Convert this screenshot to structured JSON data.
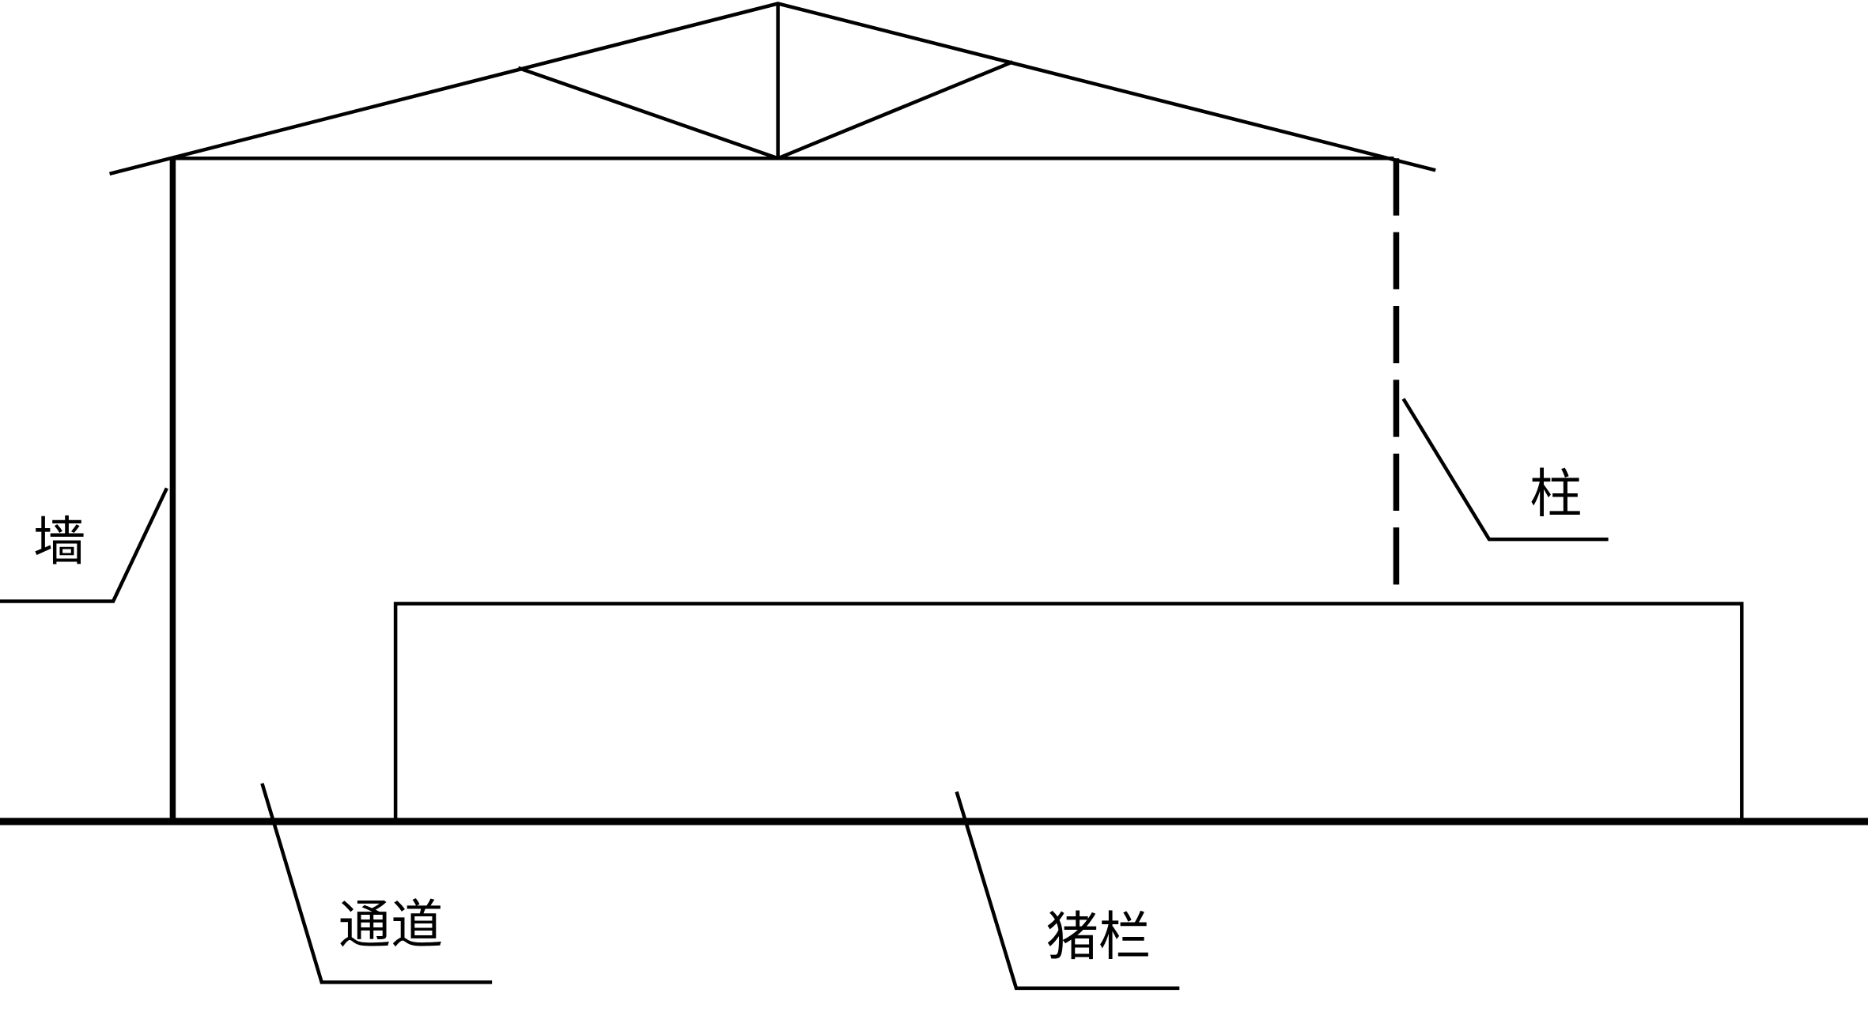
{
  "labels": {
    "wall": "墙",
    "column": "柱",
    "aisle": "通道",
    "pen": "猪栏"
  },
  "colors": {
    "line": "#000000",
    "background": "#ffffff"
  }
}
